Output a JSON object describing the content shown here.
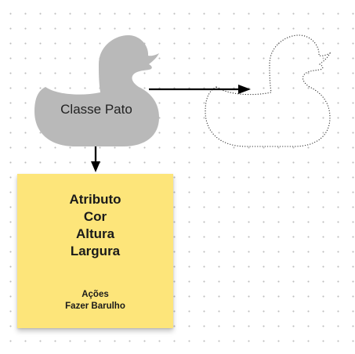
{
  "duck_class": {
    "label": "Classe Pato",
    "fill": "#b9b9b9"
  },
  "duck_instance": {
    "outline": "dotted"
  },
  "sticky_note": {
    "color": "#fde57a",
    "attributes": [
      "Atributo",
      "Cor",
      "Altura",
      "Largura"
    ],
    "actions": [
      "Ações",
      "Fazer Barulho"
    ]
  },
  "connectors": [
    {
      "from": "duck_class",
      "to": "duck_instance",
      "style": "arrow"
    },
    {
      "from": "duck_class",
      "to": "sticky_note",
      "style": "arrow"
    }
  ]
}
